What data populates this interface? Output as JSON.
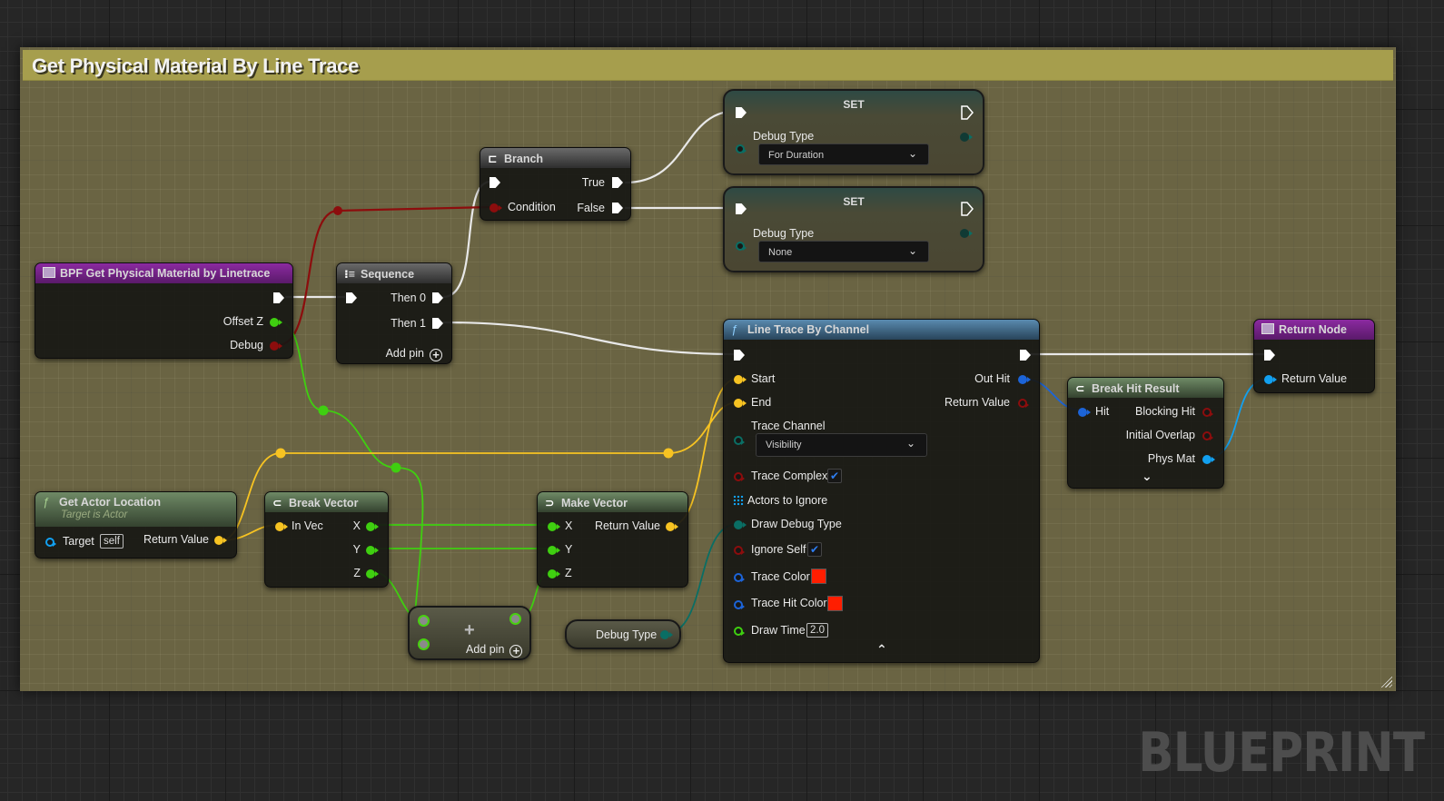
{
  "comment": {
    "title": "Get Physical Material By Line Trace"
  },
  "watermark": "BLUEPRINT",
  "colors": {
    "exec": "#ffffff",
    "float": "#3fcf10",
    "bool": "#8c0d0d",
    "vector": "#f7c322",
    "struct_hit": "#1c64d8",
    "object": "#12a0f0",
    "enum": "#0a6e64",
    "trace_color": "#ff1e00"
  },
  "nodes": {
    "entry": {
      "title": "BPF Get Physical Material by Linetrace",
      "pins_out": [
        "Offset Z",
        "Debug"
      ]
    },
    "sequence": {
      "title": "Sequence",
      "pins_out": [
        "Then 0",
        "Then 1"
      ],
      "add_pin": "Add pin"
    },
    "branch": {
      "title": "Branch",
      "pin_in": "Condition",
      "pins_out": [
        "True",
        "False"
      ]
    },
    "set1": {
      "title": "SET",
      "var": "Debug Type",
      "value": "For Duration"
    },
    "set2": {
      "title": "SET",
      "var": "Debug Type",
      "value": "None"
    },
    "line_trace": {
      "title": "Line Trace By Channel",
      "pins_in": {
        "start": "Start",
        "end": "End",
        "trace_channel": "Trace Channel",
        "trace_channel_value": "Visibility",
        "trace_complex": "Trace Complex",
        "actors_to_ignore": "Actors to Ignore",
        "draw_debug_type": "Draw Debug Type",
        "ignore_self": "Ignore Self",
        "trace_color": "Trace Color",
        "trace_hit_color": "Trace Hit Color",
        "draw_time": "Draw Time",
        "draw_time_value": "2.0"
      },
      "pins_out": {
        "out_hit": "Out Hit",
        "return_value": "Return Value"
      },
      "trace_complex_checked": "✔",
      "ignore_self_checked": "✔"
    },
    "return_node": {
      "title": "Return Node",
      "pin_in": "Return Value"
    },
    "break_hit": {
      "title": "Break Hit Result",
      "pin_in": "Hit",
      "pins_out": [
        "Blocking Hit",
        "Initial Overlap",
        "Phys Mat"
      ]
    },
    "get_actor_location": {
      "title": "Get Actor Location",
      "subtitle": "Target is Actor",
      "pin_in": "Target",
      "pin_in_value": "self",
      "pin_out": "Return Value"
    },
    "break_vector": {
      "title": "Break Vector",
      "pin_in": "In Vec",
      "pins_out": [
        "X",
        "Y",
        "Z"
      ]
    },
    "make_vector": {
      "title": "Make Vector",
      "pins_in": [
        "X",
        "Y",
        "Z"
      ],
      "pin_out": "Return Value"
    },
    "add_node": {
      "symbol": "+",
      "add_pin": "Add pin"
    },
    "debug_type_getter": {
      "label": "Debug Type"
    }
  },
  "icons": {
    "function": "ƒ",
    "chevron_down": "⌄",
    "chevron_up": "⌃",
    "add": "+"
  }
}
